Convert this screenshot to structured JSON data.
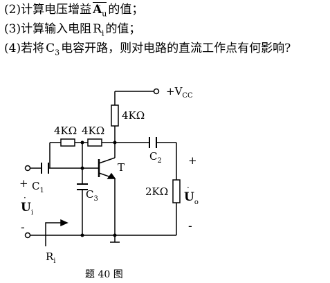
{
  "questions": [
    {
      "prefix": "(2)计算电压增益",
      "symbol": "A",
      "symbol_sub": "u",
      "suffix": "的值；"
    },
    {
      "prefix": "(3)计算输入电阻",
      "symbol": "R",
      "symbol_sub": "i",
      "suffix": "的值；"
    },
    {
      "prefix": "(4)若将",
      "symbol": "C",
      "symbol_sub": "3",
      "suffix": "电容开路，则对电路的直流工作点有何影响?"
    }
  ],
  "circuit": {
    "vcc_label": "+V",
    "vcc_sub": "CC",
    "rc_label": "4KΩ",
    "rb1_label": "4KΩ",
    "rb2_label": "4KΩ",
    "c2_label": "C",
    "c2_sub": "2",
    "transistor_label": "T",
    "c1_label": "C",
    "c1_sub": "1",
    "c3_label": "C",
    "c3_sub": "3",
    "rl_label": "2KΩ",
    "ui_symbol": "U",
    "ui_sub": "i",
    "uo_symbol": "U",
    "uo_sub": "o",
    "input_plus": "+",
    "input_minus": "-",
    "output_plus": "+",
    "output_minus": "-",
    "ri_label": "R",
    "ri_sub": "i"
  },
  "caption": "题 40 图"
}
